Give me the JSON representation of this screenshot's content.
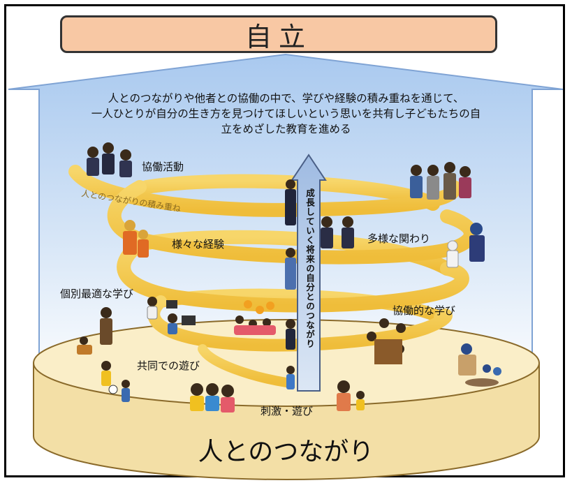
{
  "goal": {
    "label": "自立"
  },
  "description": {
    "line1": "人とのつながりや他者との協働の中で、学びや経験の積み重ねを通じて、",
    "line2": "一人ひとりが自分の生き方を見つけてほしいという思いを共有し子どもたちの自",
    "line3": "立をめざした教育を進める"
  },
  "arrow": {
    "label": "成長していく将来の自分とのつながり"
  },
  "spiral": {
    "label": "人とのつながりの積み重ね"
  },
  "stages": {
    "collaborative_activity": "協働活動",
    "various_experiences": "様々な経験",
    "diverse_involvement": "多様な関わり",
    "individual_learning": "個別最適な学び",
    "collaborative_learning": "協働的な学び",
    "joint_play": "共同での遊び",
    "stimulus_play": "刺激・遊び"
  },
  "base": {
    "label": "人とのつながり"
  },
  "colors": {
    "sky_top": "#a9c9ef",
    "sky_bottom": "#ffffff",
    "goal_fill": "#f8c8a4",
    "spiral": "#f5cd58",
    "base_fill": "#faeec8",
    "base_edge": "#8a6a2a",
    "arrow_fill": "#b6cbe8"
  }
}
